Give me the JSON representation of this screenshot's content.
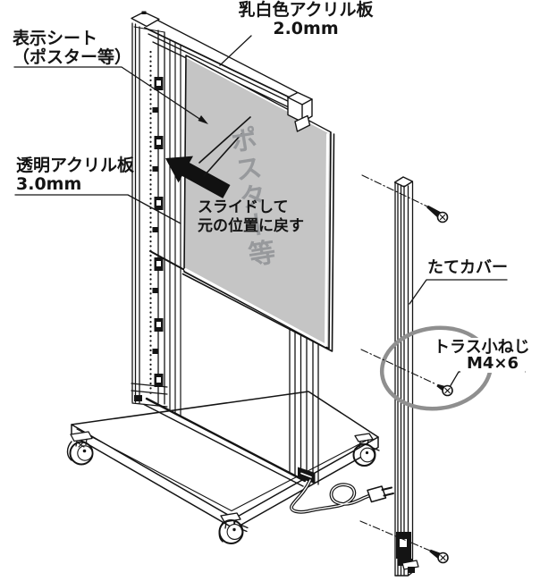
{
  "diagram": {
    "labels": {
      "display_sheet_1": "表示シート",
      "display_sheet_2": "（ポスター等）",
      "milky_acrylic_1": "乳白色アクリル板",
      "milky_acrylic_2": "2.0mm",
      "clear_acrylic_1": "透明アクリル板",
      "clear_acrylic_2": "3.0mm",
      "slide_note_1": "スライドして",
      "slide_note_2": "元の位置に戻す",
      "vertical_cover": "たてカバー",
      "truss_screw_1": "トラス小ねじ",
      "truss_screw_2": "M4×6",
      "panel_watermark": "ポスター等"
    },
    "colors": {
      "background": "#ffffff",
      "line_black": "#141414",
      "panel_gray": "#c5c5c5",
      "watermark_gray": "#97999c",
      "highlight_ellipse_gray": "#8f8f8f"
    }
  }
}
